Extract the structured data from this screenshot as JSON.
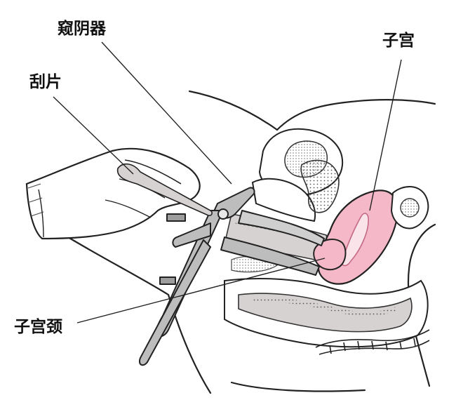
{
  "labels": {
    "speculum": "窥阴器",
    "spatula": "刮片",
    "uterus": "子宫",
    "cervix": "子宫颈"
  },
  "colors": {
    "uterus_fill": "#f4b8c9",
    "uterus_stroke": "#d98aa3",
    "tissue_shade": "#d7d2d2",
    "instrument_fill": "#bdbdbd",
    "outline": "#222222",
    "glove_fill": "#ffffff"
  }
}
